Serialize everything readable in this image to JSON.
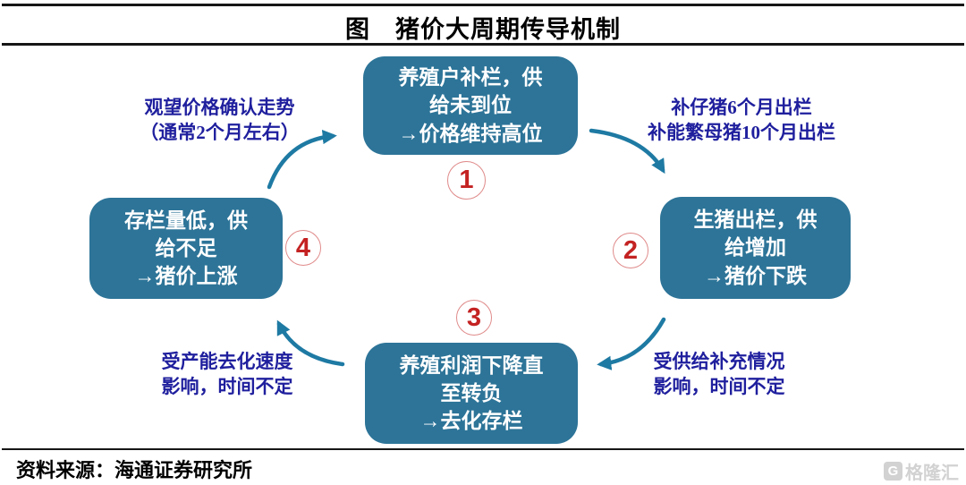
{
  "title": "图　猪价大周期传导机制",
  "colors": {
    "box_fill": "#2d7498",
    "arrow": "#1e7aa3",
    "annotation_text": "#1f1f9e",
    "number_red": "#c42222"
  },
  "boxes": [
    {
      "position": "top",
      "number": "1",
      "text": "养殖户补栏，供\n给未到位\n→价格维持高位"
    },
    {
      "position": "right",
      "number": "2",
      "text": "生猪出栏，供\n给增加\n→猪价下跌"
    },
    {
      "position": "bottom",
      "number": "3",
      "text": "养殖利润下降直\n至转负\n→去化存栏"
    },
    {
      "position": "left",
      "number": "4",
      "text": "存栏量低，供\n给不足\n→猪价上涨"
    }
  ],
  "annotations": [
    {
      "position": "top-left",
      "text": "观望价格确认走势\n（通常2个月左右）"
    },
    {
      "position": "top-right",
      "text": "补仔猪6个月出栏\n补能繁母猪10个月出栏"
    },
    {
      "position": "bottom-right",
      "text": "受供给补充情况\n影响，时间不定"
    },
    {
      "position": "bottom-left",
      "text": "受产能去化速度\n影响，时间不定"
    }
  ],
  "footer": {
    "source": "资料来源：海通证券研究所",
    "logo_icon": "G",
    "logo_text": "格隆汇"
  }
}
